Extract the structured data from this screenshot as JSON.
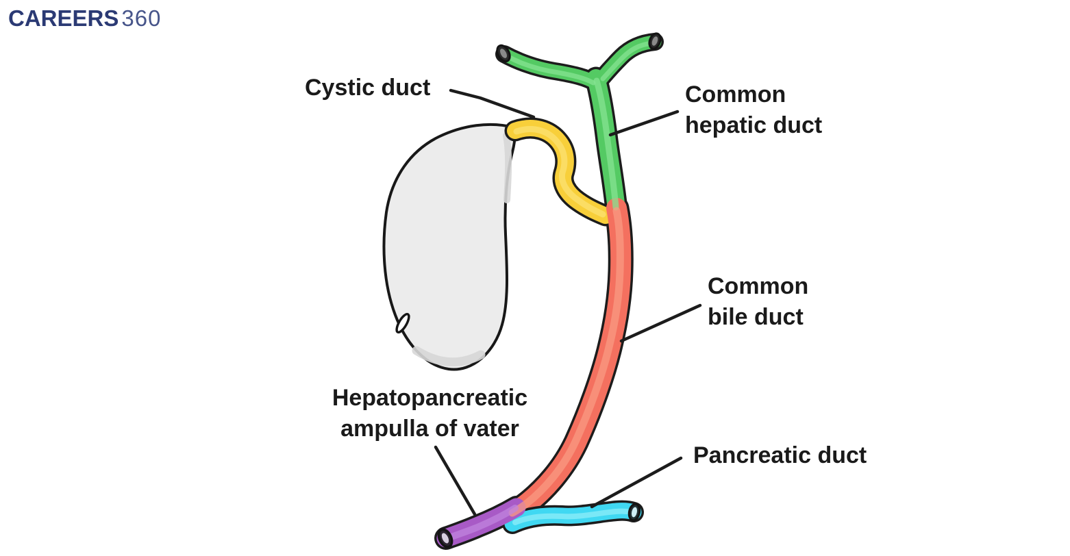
{
  "logo": {
    "brand": "CAREERS",
    "suffix": "360"
  },
  "labels": {
    "cystic": {
      "text": "Cystic duct"
    },
    "common_hepatic": {
      "line1": "Common",
      "line2": "hepatic duct"
    },
    "common_bile": {
      "line1": "Common",
      "line2": "bile duct"
    },
    "ampulla": {
      "line1": "Hepatopancreatic",
      "line2": "ampulla of vater"
    },
    "pancreatic": {
      "text": "Pancreatic duct"
    }
  },
  "colors": {
    "hepatic_duct_green": "#54ca63",
    "cystic_duct_yellow": "#f8cf3a",
    "bile_duct_red": "#f4705f",
    "ampulla_purple": "#a85ac6",
    "pancreatic_duct_cyan": "#40d8f2",
    "gallbladder_gray": "#ececec",
    "outline_black": "#1c1c1c",
    "logo_navy": "#2b3a74",
    "logo_suffix_navy": "#47558a",
    "background_white": "#ffffff"
  }
}
